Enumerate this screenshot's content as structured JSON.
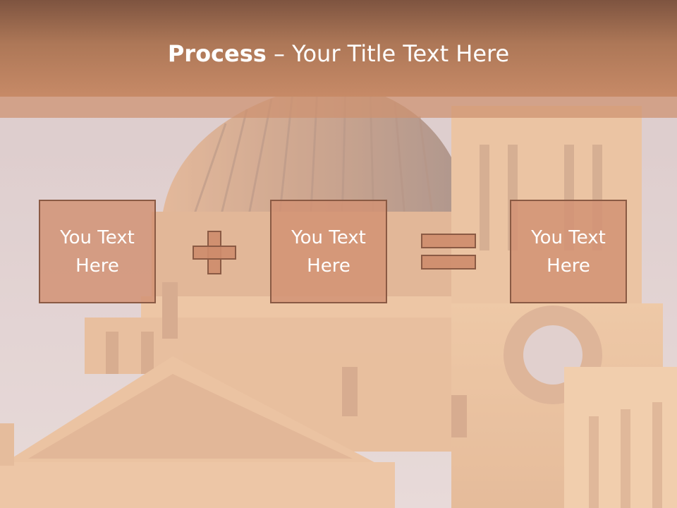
{
  "slide": {
    "title_bold": "Process",
    "title_rest": " – Your Title Text Here",
    "box1": "You Text\nHere",
    "box2": "You Text\nHere",
    "box3": "You Text\nHere"
  },
  "icons": {
    "background": "cathedral-dome-photo",
    "operator1": "plus-icon",
    "operator2": "equals-icon"
  },
  "colors": {
    "header": "#ad7757",
    "box_fill": "#d2916f",
    "box_border": "#8a5a44",
    "text": "#ffffff"
  }
}
